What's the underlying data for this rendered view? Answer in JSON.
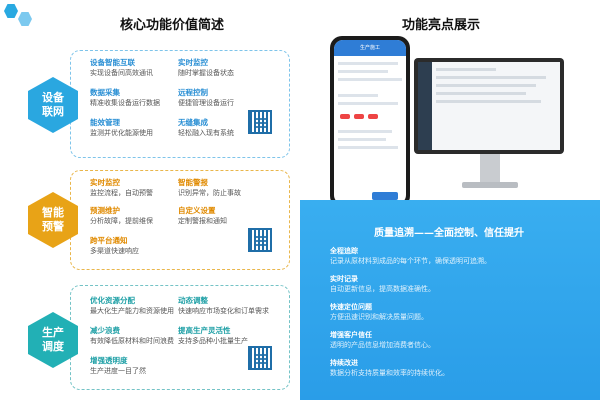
{
  "left": {
    "title": "核心功能价值简述",
    "sections": [
      {
        "badge": [
          "设备",
          "联网"
        ],
        "items": [
          {
            "title": "设备智能互联",
            "desc": "实现设备间高效通讯"
          },
          {
            "title": "实时监控",
            "desc": "随时掌握设备状态"
          },
          {
            "title": "数据采集",
            "desc": "精准收集设备运行数据"
          },
          {
            "title": "远程控制",
            "desc": "便捷管理设备运行"
          },
          {
            "title": "能效管理",
            "desc": "监测并优化能源使用"
          },
          {
            "title": "无缝集成",
            "desc": "轻松融入现有系统"
          }
        ]
      },
      {
        "badge": [
          "智能",
          "预警"
        ],
        "items": [
          {
            "title": "实时监控",
            "desc": "监控流程，自动预警"
          },
          {
            "title": "智能警报",
            "desc": "识别异常，防止事故"
          },
          {
            "title": "预测维护",
            "desc": "分析故障，提前维保"
          },
          {
            "title": "自定义设置",
            "desc": "定制警报和通知"
          },
          {
            "title": "跨平台通知",
            "desc": "多渠道快速响应"
          }
        ]
      },
      {
        "badge": [
          "生产",
          "调度"
        ],
        "items": [
          {
            "title": "优化资源分配",
            "desc": "最大化生产能力和资源使用"
          },
          {
            "title": "动态调整",
            "desc": "快速响应市场变化和订单需求"
          },
          {
            "title": "减少浪费",
            "desc": "有效降低原材料和时间浪费"
          },
          {
            "title": "提高生产灵活性",
            "desc": "支持多品种小批量生产"
          },
          {
            "title": "增强透明度",
            "desc": "生产进度一目了然"
          }
        ]
      }
    ]
  },
  "right": {
    "title": "功能亮点展示",
    "phone": {
      "header": "生产施工"
    },
    "panel": {
      "title": "质量追溯——全面控制、信任提升",
      "items": [
        {
          "title": "全程追踪",
          "desc": "记录从原材料到成品的每个环节，确保透明可追溯。"
        },
        {
          "title": "实时记录",
          "desc": "自动更新信息，提高数据准确性。"
        },
        {
          "title": "快速定位问题",
          "desc": "方便迅速识别和解决质量问题。"
        },
        {
          "title": "增强客户信任",
          "desc": "透明的产品信息增加消费者信心。"
        },
        {
          "title": "持续改进",
          "desc": "数据分析支持质量和效率的持续优化。"
        }
      ]
    }
  },
  "colors": {
    "blue": "#2aa7e0",
    "orange": "#e8a317",
    "teal": "#22b0b5",
    "panel": "#2a9de8"
  }
}
